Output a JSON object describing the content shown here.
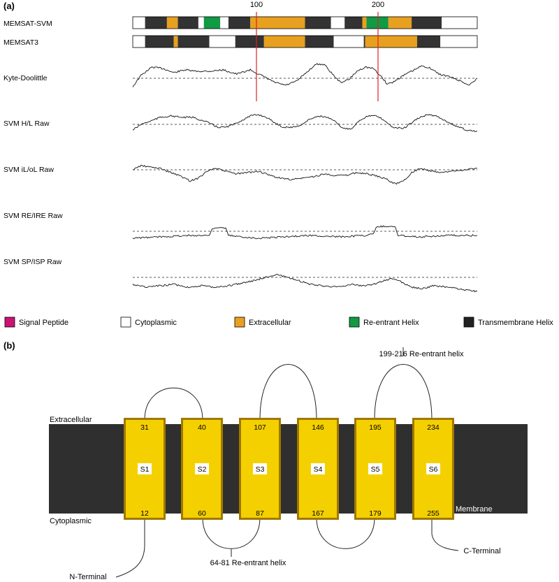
{
  "panel_a": {
    "label": "(a)",
    "tracks": [
      {
        "name": "MEMSAT-SVM",
        "segments": [
          {
            "start": 0,
            "end": 9,
            "type": "cytoplasmic"
          },
          {
            "start": 9,
            "end": 25,
            "type": "transmembrane"
          },
          {
            "start": 25,
            "end": 33,
            "type": "extracellular"
          },
          {
            "start": 33,
            "end": 48,
            "type": "transmembrane"
          },
          {
            "start": 48,
            "end": 52,
            "type": "cytoplasmic"
          },
          {
            "start": 52,
            "end": 64,
            "type": "reentrant"
          },
          {
            "start": 64,
            "end": 70,
            "type": "cytoplasmic"
          },
          {
            "start": 70,
            "end": 86,
            "type": "transmembrane"
          },
          {
            "start": 86,
            "end": 126,
            "type": "extracellular"
          },
          {
            "start": 126,
            "end": 145,
            "type": "transmembrane"
          },
          {
            "start": 145,
            "end": 155,
            "type": "cytoplasmic"
          },
          {
            "start": 155,
            "end": 168,
            "type": "transmembrane"
          },
          {
            "start": 168,
            "end": 171,
            "type": "extracellular"
          },
          {
            "start": 171,
            "end": 187,
            "type": "reentrant"
          },
          {
            "start": 187,
            "end": 204,
            "type": "extracellular"
          },
          {
            "start": 204,
            "end": 226,
            "type": "transmembrane"
          },
          {
            "start": 226,
            "end": 252,
            "type": "cytoplasmic"
          }
        ]
      },
      {
        "name": "MEMSAT3",
        "segments": [
          {
            "start": 0,
            "end": 9,
            "type": "cytoplasmic"
          },
          {
            "start": 9,
            "end": 30,
            "type": "transmembrane"
          },
          {
            "start": 30,
            "end": 33,
            "type": "extracellular"
          },
          {
            "start": 33,
            "end": 56,
            "type": "transmembrane"
          },
          {
            "start": 56,
            "end": 75,
            "type": "cytoplasmic"
          },
          {
            "start": 75,
            "end": 96,
            "type": "transmembrane"
          },
          {
            "start": 96,
            "end": 126,
            "type": "extracellular"
          },
          {
            "start": 126,
            "end": 147,
            "type": "transmembrane"
          },
          {
            "start": 147,
            "end": 169,
            "type": "cytoplasmic"
          },
          {
            "start": 169,
            "end": 170,
            "type": "transmembrane"
          },
          {
            "start": 170,
            "end": 208,
            "type": "extracellular"
          },
          {
            "start": 208,
            "end": 225,
            "type": "transmembrane"
          },
          {
            "start": 225,
            "end": 252,
            "type": "cytoplasmic"
          }
        ]
      }
    ],
    "scale_max": 252,
    "markers": [
      {
        "label": "100",
        "position": 90
      },
      {
        "label": "200",
        "position": 180
      }
    ],
    "profiles": [
      {
        "name": "Kyte-Doolittle",
        "points": [
          [
            0,
            12
          ],
          [
            6,
            -4
          ],
          [
            14,
            -16
          ],
          [
            22,
            -14
          ],
          [
            30,
            -8
          ],
          [
            38,
            -12
          ],
          [
            46,
            -10
          ],
          [
            56,
            -10
          ],
          [
            66,
            -12
          ],
          [
            76,
            -6
          ],
          [
            86,
            -12
          ],
          [
            96,
            -2
          ],
          [
            104,
            6
          ],
          [
            112,
            10
          ],
          [
            120,
            4
          ],
          [
            128,
            -10
          ],
          [
            134,
            -20
          ],
          [
            140,
            -20
          ],
          [
            146,
            -6
          ],
          [
            152,
            6
          ],
          [
            158,
            2
          ],
          [
            164,
            -10
          ],
          [
            170,
            -16
          ],
          [
            176,
            -14
          ],
          [
            182,
            -2
          ],
          [
            186,
            8
          ],
          [
            190,
            6
          ],
          [
            198,
            -4
          ],
          [
            206,
            -12
          ],
          [
            212,
            -18
          ],
          [
            218,
            -14
          ],
          [
            224,
            -6
          ],
          [
            232,
            -2
          ],
          [
            240,
            4
          ],
          [
            246,
            10
          ],
          [
            252,
            0
          ]
        ]
      },
      {
        "name": "SVM H/L Raw",
        "points": [
          [
            0,
            8
          ],
          [
            6,
            0
          ],
          [
            12,
            -4
          ],
          [
            20,
            -10
          ],
          [
            28,
            -12
          ],
          [
            36,
            -10
          ],
          [
            44,
            -10
          ],
          [
            50,
            -6
          ],
          [
            56,
            -2
          ],
          [
            62,
            4
          ],
          [
            68,
            4
          ],
          [
            74,
            0
          ],
          [
            80,
            -6
          ],
          [
            86,
            -12
          ],
          [
            92,
            -14
          ],
          [
            98,
            -10
          ],
          [
            104,
            -2
          ],
          [
            110,
            4
          ],
          [
            118,
            4
          ],
          [
            124,
            0
          ],
          [
            130,
            -8
          ],
          [
            136,
            -12
          ],
          [
            142,
            -10
          ],
          [
            148,
            -4
          ],
          [
            154,
            6
          ],
          [
            160,
            6
          ],
          [
            166,
            -6
          ],
          [
            172,
            -12
          ],
          [
            178,
            -12
          ],
          [
            184,
            -6
          ],
          [
            190,
            4
          ],
          [
            198,
            6
          ],
          [
            204,
            -2
          ],
          [
            210,
            -10
          ],
          [
            216,
            -14
          ],
          [
            222,
            -12
          ],
          [
            228,
            -6
          ],
          [
            236,
            2
          ],
          [
            244,
            8
          ],
          [
            252,
            10
          ]
        ]
      },
      {
        "name": "SVM iL/oL Raw",
        "points": [
          [
            0,
            0
          ],
          [
            6,
            -6
          ],
          [
            12,
            -4
          ],
          [
            20,
            -2
          ],
          [
            28,
            4
          ],
          [
            36,
            10
          ],
          [
            42,
            16
          ],
          [
            48,
            12
          ],
          [
            54,
            2
          ],
          [
            60,
            -2
          ],
          [
            68,
            2
          ],
          [
            76,
            6
          ],
          [
            84,
            4
          ],
          [
            92,
            2
          ],
          [
            100,
            8
          ],
          [
            108,
            12
          ],
          [
            116,
            14
          ],
          [
            124,
            12
          ],
          [
            132,
            10
          ],
          [
            140,
            6
          ],
          [
            148,
            8
          ],
          [
            156,
            8
          ],
          [
            164,
            4
          ],
          [
            172,
            6
          ],
          [
            180,
            10
          ],
          [
            186,
            14
          ],
          [
            192,
            20
          ],
          [
            198,
            16
          ],
          [
            204,
            4
          ],
          [
            210,
            -2
          ],
          [
            218,
            2
          ],
          [
            226,
            4
          ],
          [
            234,
            2
          ],
          [
            242,
            0
          ],
          [
            252,
            -2
          ]
        ]
      },
      {
        "name": "SVM RE/IRE Raw",
        "points": [
          [
            0,
            10
          ],
          [
            20,
            8
          ],
          [
            40,
            6
          ],
          [
            56,
            6
          ],
          [
            58,
            -4
          ],
          [
            60,
            -5
          ],
          [
            64,
            -5
          ],
          [
            68,
            -4
          ],
          [
            70,
            6
          ],
          [
            80,
            8
          ],
          [
            92,
            10
          ],
          [
            110,
            8
          ],
          [
            130,
            6
          ],
          [
            150,
            8
          ],
          [
            170,
            6
          ],
          [
            176,
            4
          ],
          [
            178,
            -6
          ],
          [
            180,
            -7
          ],
          [
            188,
            -7
          ],
          [
            192,
            -6
          ],
          [
            194,
            6
          ],
          [
            210,
            8
          ],
          [
            230,
            6
          ],
          [
            252,
            6
          ]
        ]
      },
      {
        "name": "SVM SP/ISP Raw",
        "points": [
          [
            0,
            10
          ],
          [
            10,
            14
          ],
          [
            20,
            12
          ],
          [
            30,
            10
          ],
          [
            40,
            14
          ],
          [
            50,
            12
          ],
          [
            60,
            14
          ],
          [
            70,
            12
          ],
          [
            80,
            8
          ],
          [
            90,
            4
          ],
          [
            100,
            -2
          ],
          [
            106,
            -4
          ],
          [
            112,
            0
          ],
          [
            120,
            4
          ],
          [
            130,
            10
          ],
          [
            140,
            12
          ],
          [
            150,
            14
          ],
          [
            160,
            10
          ],
          [
            168,
            12
          ],
          [
            176,
            10
          ],
          [
            184,
            4
          ],
          [
            190,
            2
          ],
          [
            196,
            6
          ],
          [
            204,
            14
          ],
          [
            212,
            16
          ],
          [
            220,
            12
          ],
          [
            232,
            14
          ],
          [
            242,
            18
          ],
          [
            252,
            20
          ]
        ]
      }
    ],
    "legend": [
      {
        "key": "signal",
        "label": "Signal Peptide",
        "color": "#cc1177"
      },
      {
        "key": "cytoplasmic",
        "label": "Cytoplasmic",
        "color": "#ffffff"
      },
      {
        "key": "extracellular",
        "label": "Extracellular",
        "color": "#e8a020"
      },
      {
        "key": "reentrant",
        "label": "Re-entrant Helix",
        "color": "#119944"
      },
      {
        "key": "transmembrane",
        "label": "Transmembrane Helix",
        "color": "#222222"
      }
    ],
    "colors": {
      "cytoplasmic": "#ffffff",
      "extracellular": "#e8a020",
      "reentrant": "#119944",
      "transmembrane": "#333333",
      "marker": "#dd2222"
    }
  },
  "panel_b": {
    "label": "(b)",
    "extracellular_label": "Extracellular",
    "cytoplasmic_label": "Cytoplasmic",
    "membrane_label": "Membrane",
    "helices": [
      {
        "name": "S1",
        "top": "31",
        "bottom": "12"
      },
      {
        "name": "S2",
        "top": "40",
        "bottom": "60"
      },
      {
        "name": "S3",
        "top": "107",
        "bottom": "87"
      },
      {
        "name": "S4",
        "top": "146",
        "bottom": "167"
      },
      {
        "name": "S5",
        "top": "195",
        "bottom": "179"
      },
      {
        "name": "S6",
        "top": "234",
        "bottom": "255"
      }
    ],
    "annotations": {
      "reentrant_top": "199-216 Re-entrant helix",
      "reentrant_bottom": "64-81 Re-entrant helix",
      "n_terminal": "N-Terminal",
      "c_terminal": "C-Terminal"
    },
    "colors": {
      "membrane": "#2f2f2f",
      "helix_fill": "#f5d000",
      "helix_border": "#a07800"
    }
  }
}
